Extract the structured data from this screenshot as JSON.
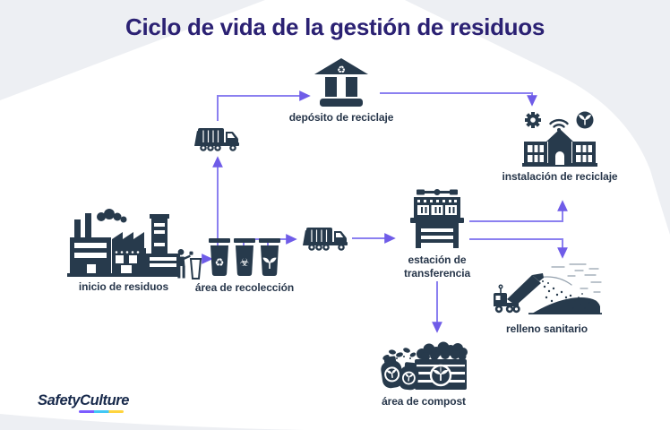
{
  "title": "Ciclo de vida de la gestión de residuos",
  "nodes": {
    "inicio": {
      "label": "inicio de residuos",
      "icon": "factory-icon"
    },
    "recoleccion": {
      "label": "área de recolección",
      "icon": "waste-bins-icon"
    },
    "deposito": {
      "label": "depósito de reciclaje",
      "icon": "bank-recycle-icon"
    },
    "instalacion": {
      "label": "instalación de reciclaje",
      "icon": "recycling-facility-icon"
    },
    "estacion": {
      "label": "estación de transferencia",
      "icon": "transfer-station-icon"
    },
    "relleno": {
      "label": "relleno sanitario",
      "icon": "landfill-truck-icon"
    },
    "compost": {
      "label": "área de compost",
      "icon": "compost-icon"
    }
  },
  "edges": [
    {
      "from": "inicio de residuos",
      "to": "área de recolección"
    },
    {
      "from": "área de recolección",
      "to": "depósito de reciclaje"
    },
    {
      "from": "depósito de reciclaje",
      "to": "instalación de reciclaje"
    },
    {
      "from": "área de recolección",
      "to": "estación de transferencia"
    },
    {
      "from": "estación de transferencia",
      "to": "instalación de reciclaje"
    },
    {
      "from": "estación de transferencia",
      "to": "relleno sanitario"
    },
    {
      "from": "estación de transferencia",
      "to": "área de compost"
    }
  ],
  "icons": {
    "recycle": "♻",
    "biohazard": "☣"
  },
  "brand": {
    "safety": "Safety",
    "culture": "Culture"
  },
  "colors": {
    "background": "#edeff3",
    "surface": "#ffffff",
    "icon": "#273a4c",
    "title": "#2b2173",
    "label": "#27364a",
    "arrow_line": "#8b80f0",
    "arrow_head": "#6f5ce8",
    "sketch": "#93a0ad",
    "logo_text": "#17294b",
    "logo_purple": "#7c5cff",
    "logo_cyan": "#41c7f5",
    "logo_yellow": "#ffd43d"
  }
}
